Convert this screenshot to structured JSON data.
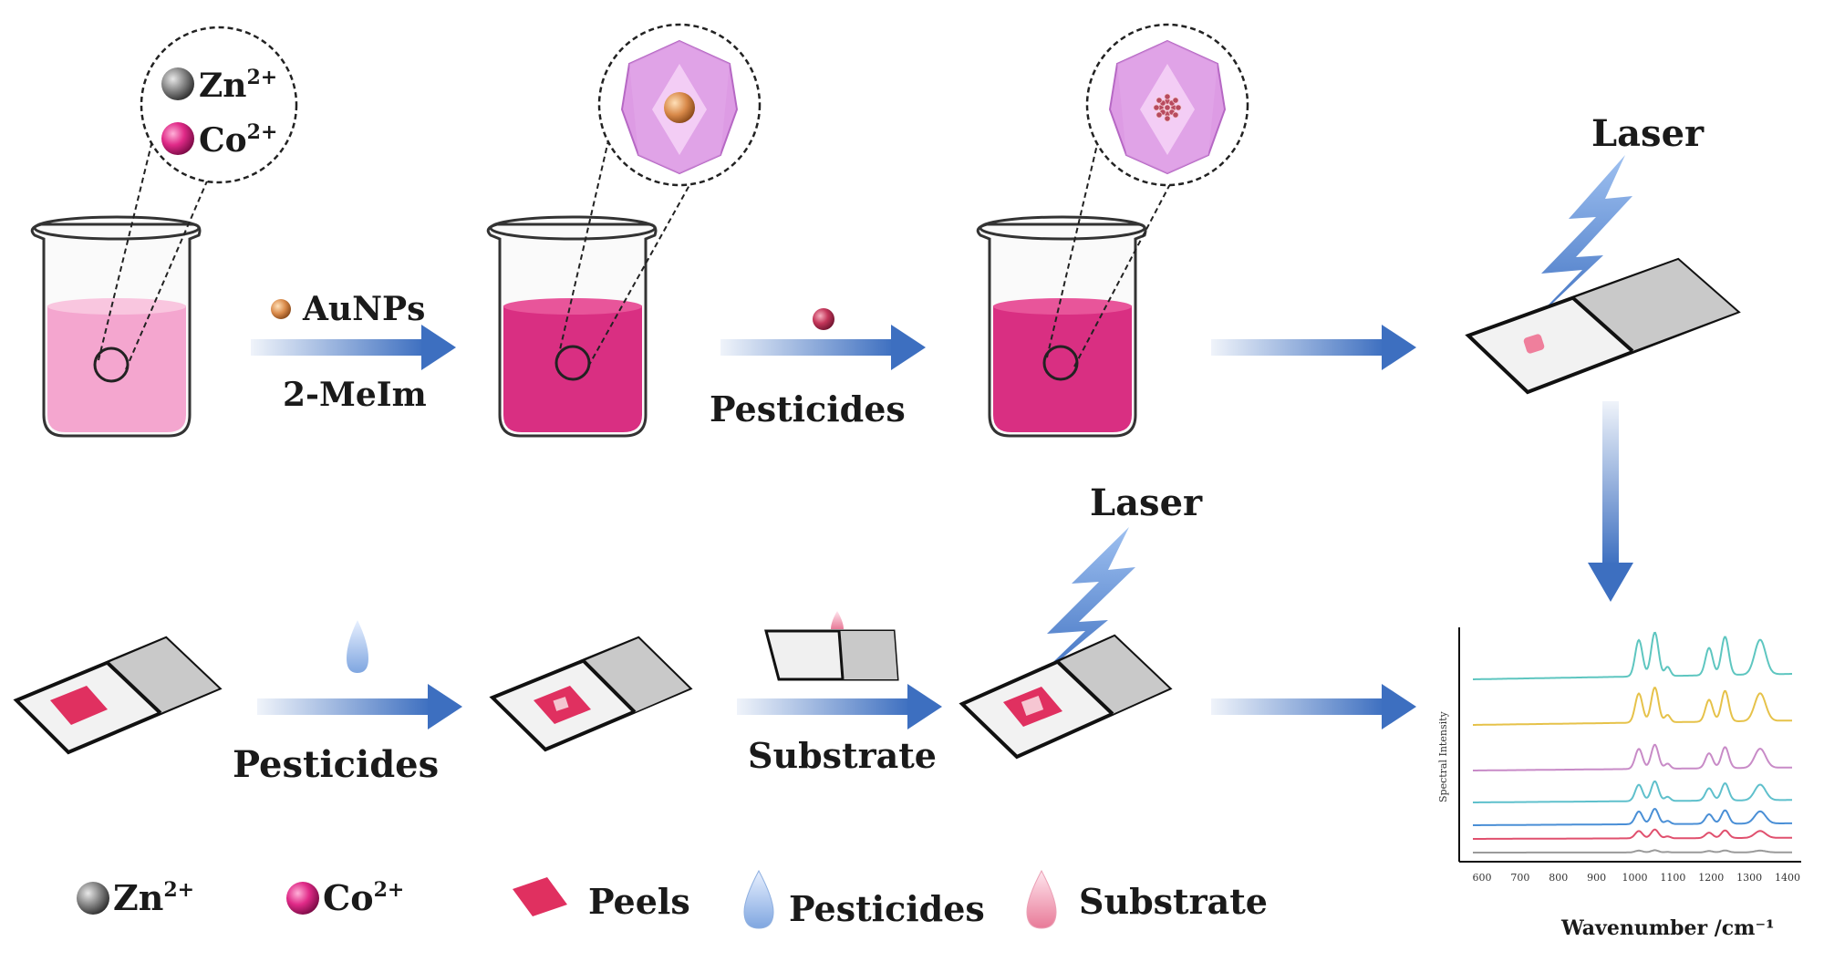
{
  "labels": {
    "zn": "Zn",
    "co": "Co",
    "charge": "2+",
    "aunps": "AuNPs",
    "meim": "2-MeIm",
    "pesticides_top": "Pesticides",
    "laser_top": "Laser",
    "laser_bottom": "Laser",
    "pesticides_bottom": "Pesticides",
    "substrate": "Substrate"
  },
  "legend": {
    "zn": "Zn",
    "co": "Co",
    "charge": "2+",
    "peels": "Peels",
    "pesticides": "Pesticides",
    "substrate": "Substrate"
  },
  "spectrum": {
    "xlabel": "Wavenumber /cm⁻¹",
    "ylabel": "Spectral Intensity",
    "ticks": [
      "600",
      "700",
      "800",
      "900",
      "1000",
      "1100",
      "1200",
      "1300",
      "1400"
    ]
  },
  "colors": {
    "beaker_light": "#f29ac8",
    "beaker_dark": "#d9247a",
    "mof": "#d98be0",
    "arrow": "#3d6fc0",
    "peel": "#e03060",
    "series": [
      "#5ec6c0",
      "#e6c24a",
      "#c88bc7",
      "#5fc0cc",
      "#4a8fd6",
      "#e0506e",
      "#9a9a9a"
    ]
  }
}
